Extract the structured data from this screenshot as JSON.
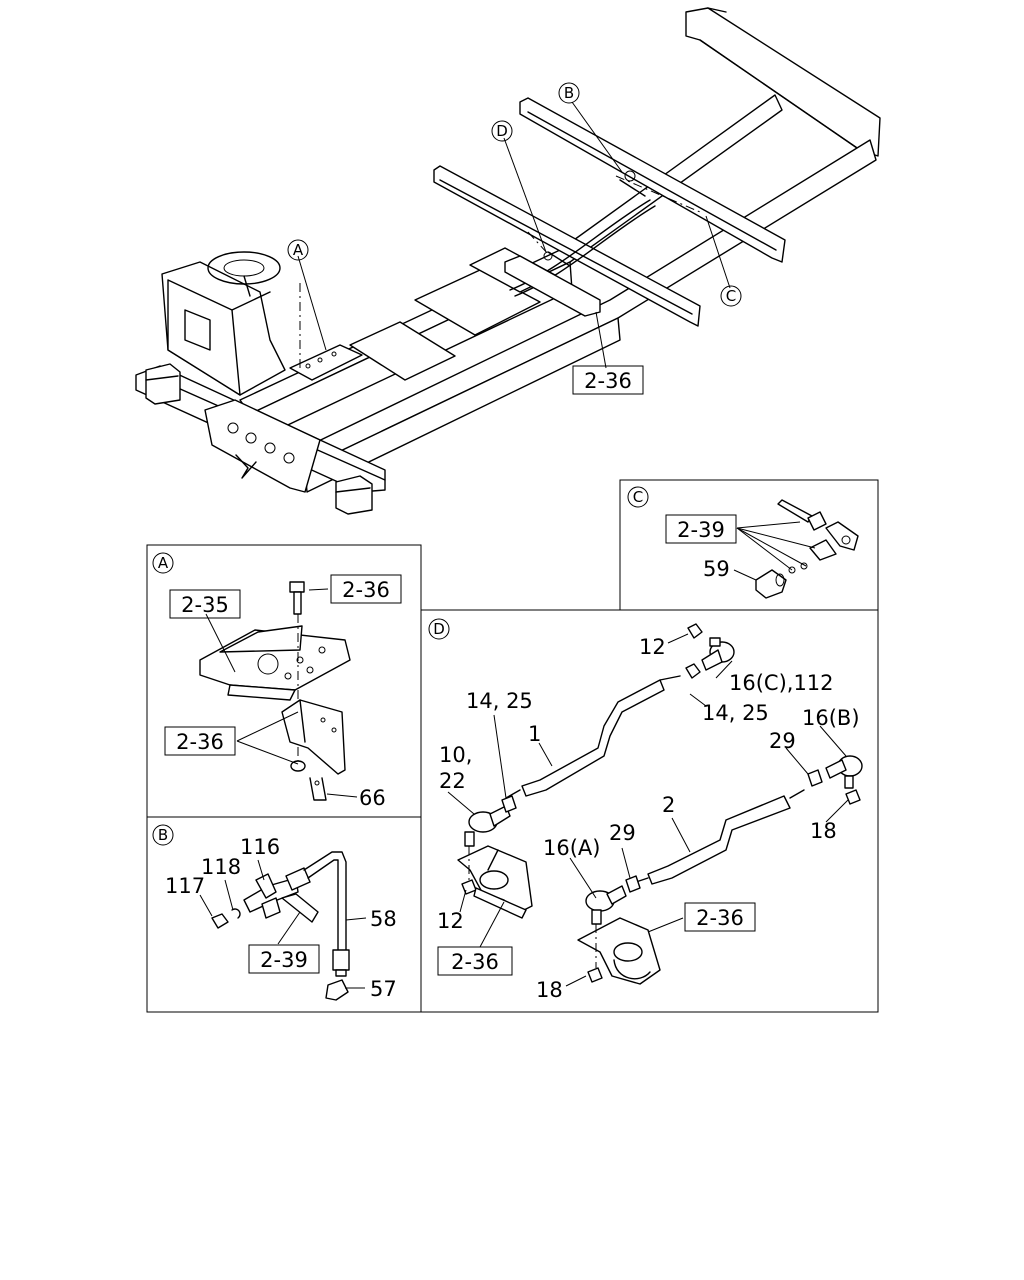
{
  "callouts": {
    "A": "A",
    "B": "B",
    "C": "C",
    "D": "D"
  },
  "refs": {
    "main_236": "2-36",
    "a_235": "2-35",
    "a_236_top": "2-36",
    "a_236_left": "2-36",
    "b_239": "2-39",
    "c_239": "2-39",
    "d_236_left": "2-36",
    "d_236_right": "2-36"
  },
  "parts": {
    "p66": "66",
    "p116": "116",
    "p118": "118",
    "p117": "117",
    "p58": "58",
    "p57": "57",
    "p59": "59",
    "p12a": "12",
    "p16c": "16(C),112",
    "p1425a": "14, 25",
    "p1425b": "14, 25",
    "p16b": "16(B)",
    "p1": "1",
    "p29a": "29",
    "p1022a": "10,",
    "p1022b": "22",
    "p2": "2",
    "p29b": "29",
    "p18a": "18",
    "p16a": "16(A)",
    "p12b": "12",
    "p18b": "18"
  }
}
